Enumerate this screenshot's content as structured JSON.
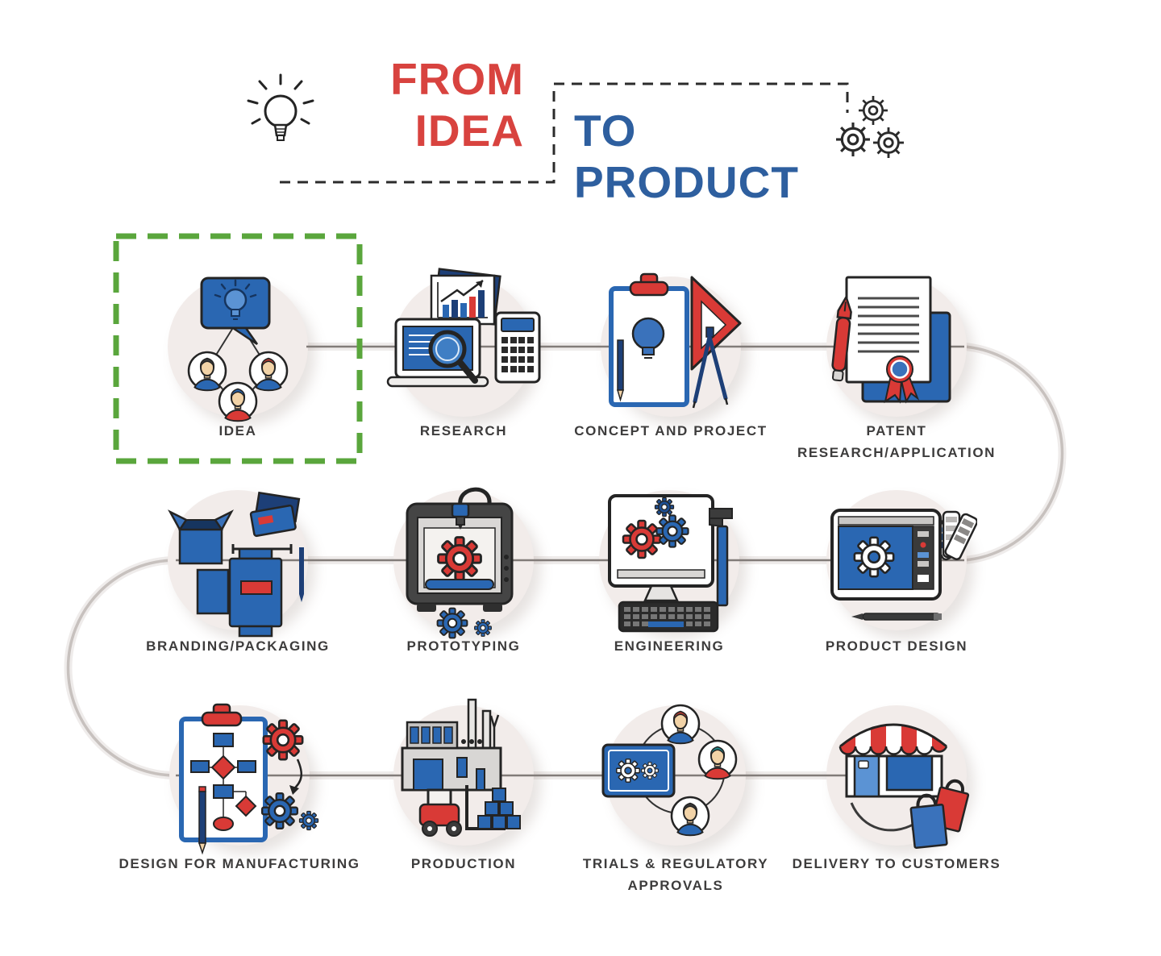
{
  "header": {
    "from": "FROM",
    "idea": "IDEA",
    "to": "TO",
    "product": "PRODUCT"
  },
  "steps": [
    {
      "label": "IDEA"
    },
    {
      "label": "RESEARCH"
    },
    {
      "label": "CONCEPT AND PROJECT"
    },
    {
      "label": "PATENT\nRESEARCH/APPLICATION"
    },
    {
      "label": "BRANDING/PACKAGING"
    },
    {
      "label": "PROTOTYPING"
    },
    {
      "label": "ENGINEERING"
    },
    {
      "label": "PRODUCT DESIGN"
    },
    {
      "label": "DESIGN FOR MANUFACTURING"
    },
    {
      "label": "PRODUCTION"
    },
    {
      "label": "TRIALS & REGULATORY\nAPPROVALS"
    },
    {
      "label": "DELIVERY TO CUSTOMERS"
    }
  ],
  "colors": {
    "title_red": "#d8433f",
    "title_blue": "#2e5f9f",
    "label_text": "#3d3c3c",
    "selection_green": "#5aa63c",
    "icon_blue": "#2a67b2",
    "icon_light_blue": "#5b93d4",
    "icon_navy": "#1d3f77",
    "icon_red": "#d93a36",
    "circle_bg": "#f2ecea",
    "connector_gray": "#837d7a"
  }
}
